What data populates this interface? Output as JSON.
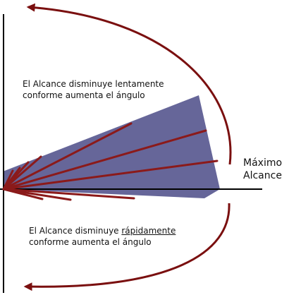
{
  "annotations": {
    "top_line1": "El Alcance disminuye lentamente",
    "top_line2": "conforme aumenta el ángulo",
    "bottom_prefix": "El Alcance disminuye ",
    "bottom_emphasis": "rápidamente",
    "bottom_line2": "conforme aumenta el ángulo",
    "max_line1": "Máximo",
    "max_line2": "Alcance"
  },
  "colors": {
    "fan": "#666699",
    "rays": "#8b1a1a",
    "arrows": "#7a0f0f",
    "axes": "#000000"
  }
}
